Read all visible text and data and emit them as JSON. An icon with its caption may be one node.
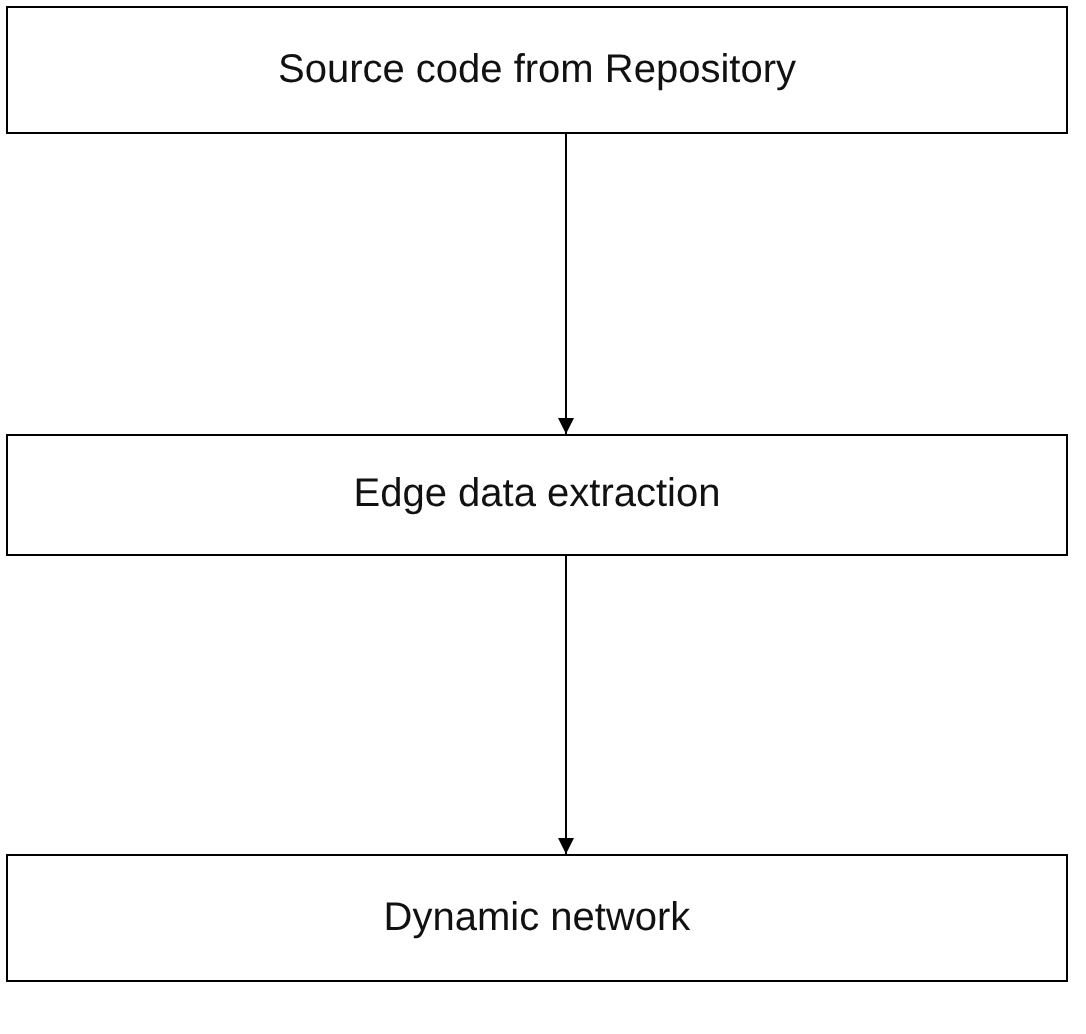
{
  "diagram": {
    "nodes": [
      {
        "text": [
          "Source code from Repository"
        ]
      },
      {
        "text": [
          "Edge data extraction"
        ]
      },
      {
        "text": [
          "Dynamic network"
        ]
      }
    ],
    "edges": [
      {
        "from": 0,
        "to": 1,
        "arrow": "to"
      },
      {
        "from": 1,
        "to": 2,
        "arrow": "to"
      }
    ]
  }
}
